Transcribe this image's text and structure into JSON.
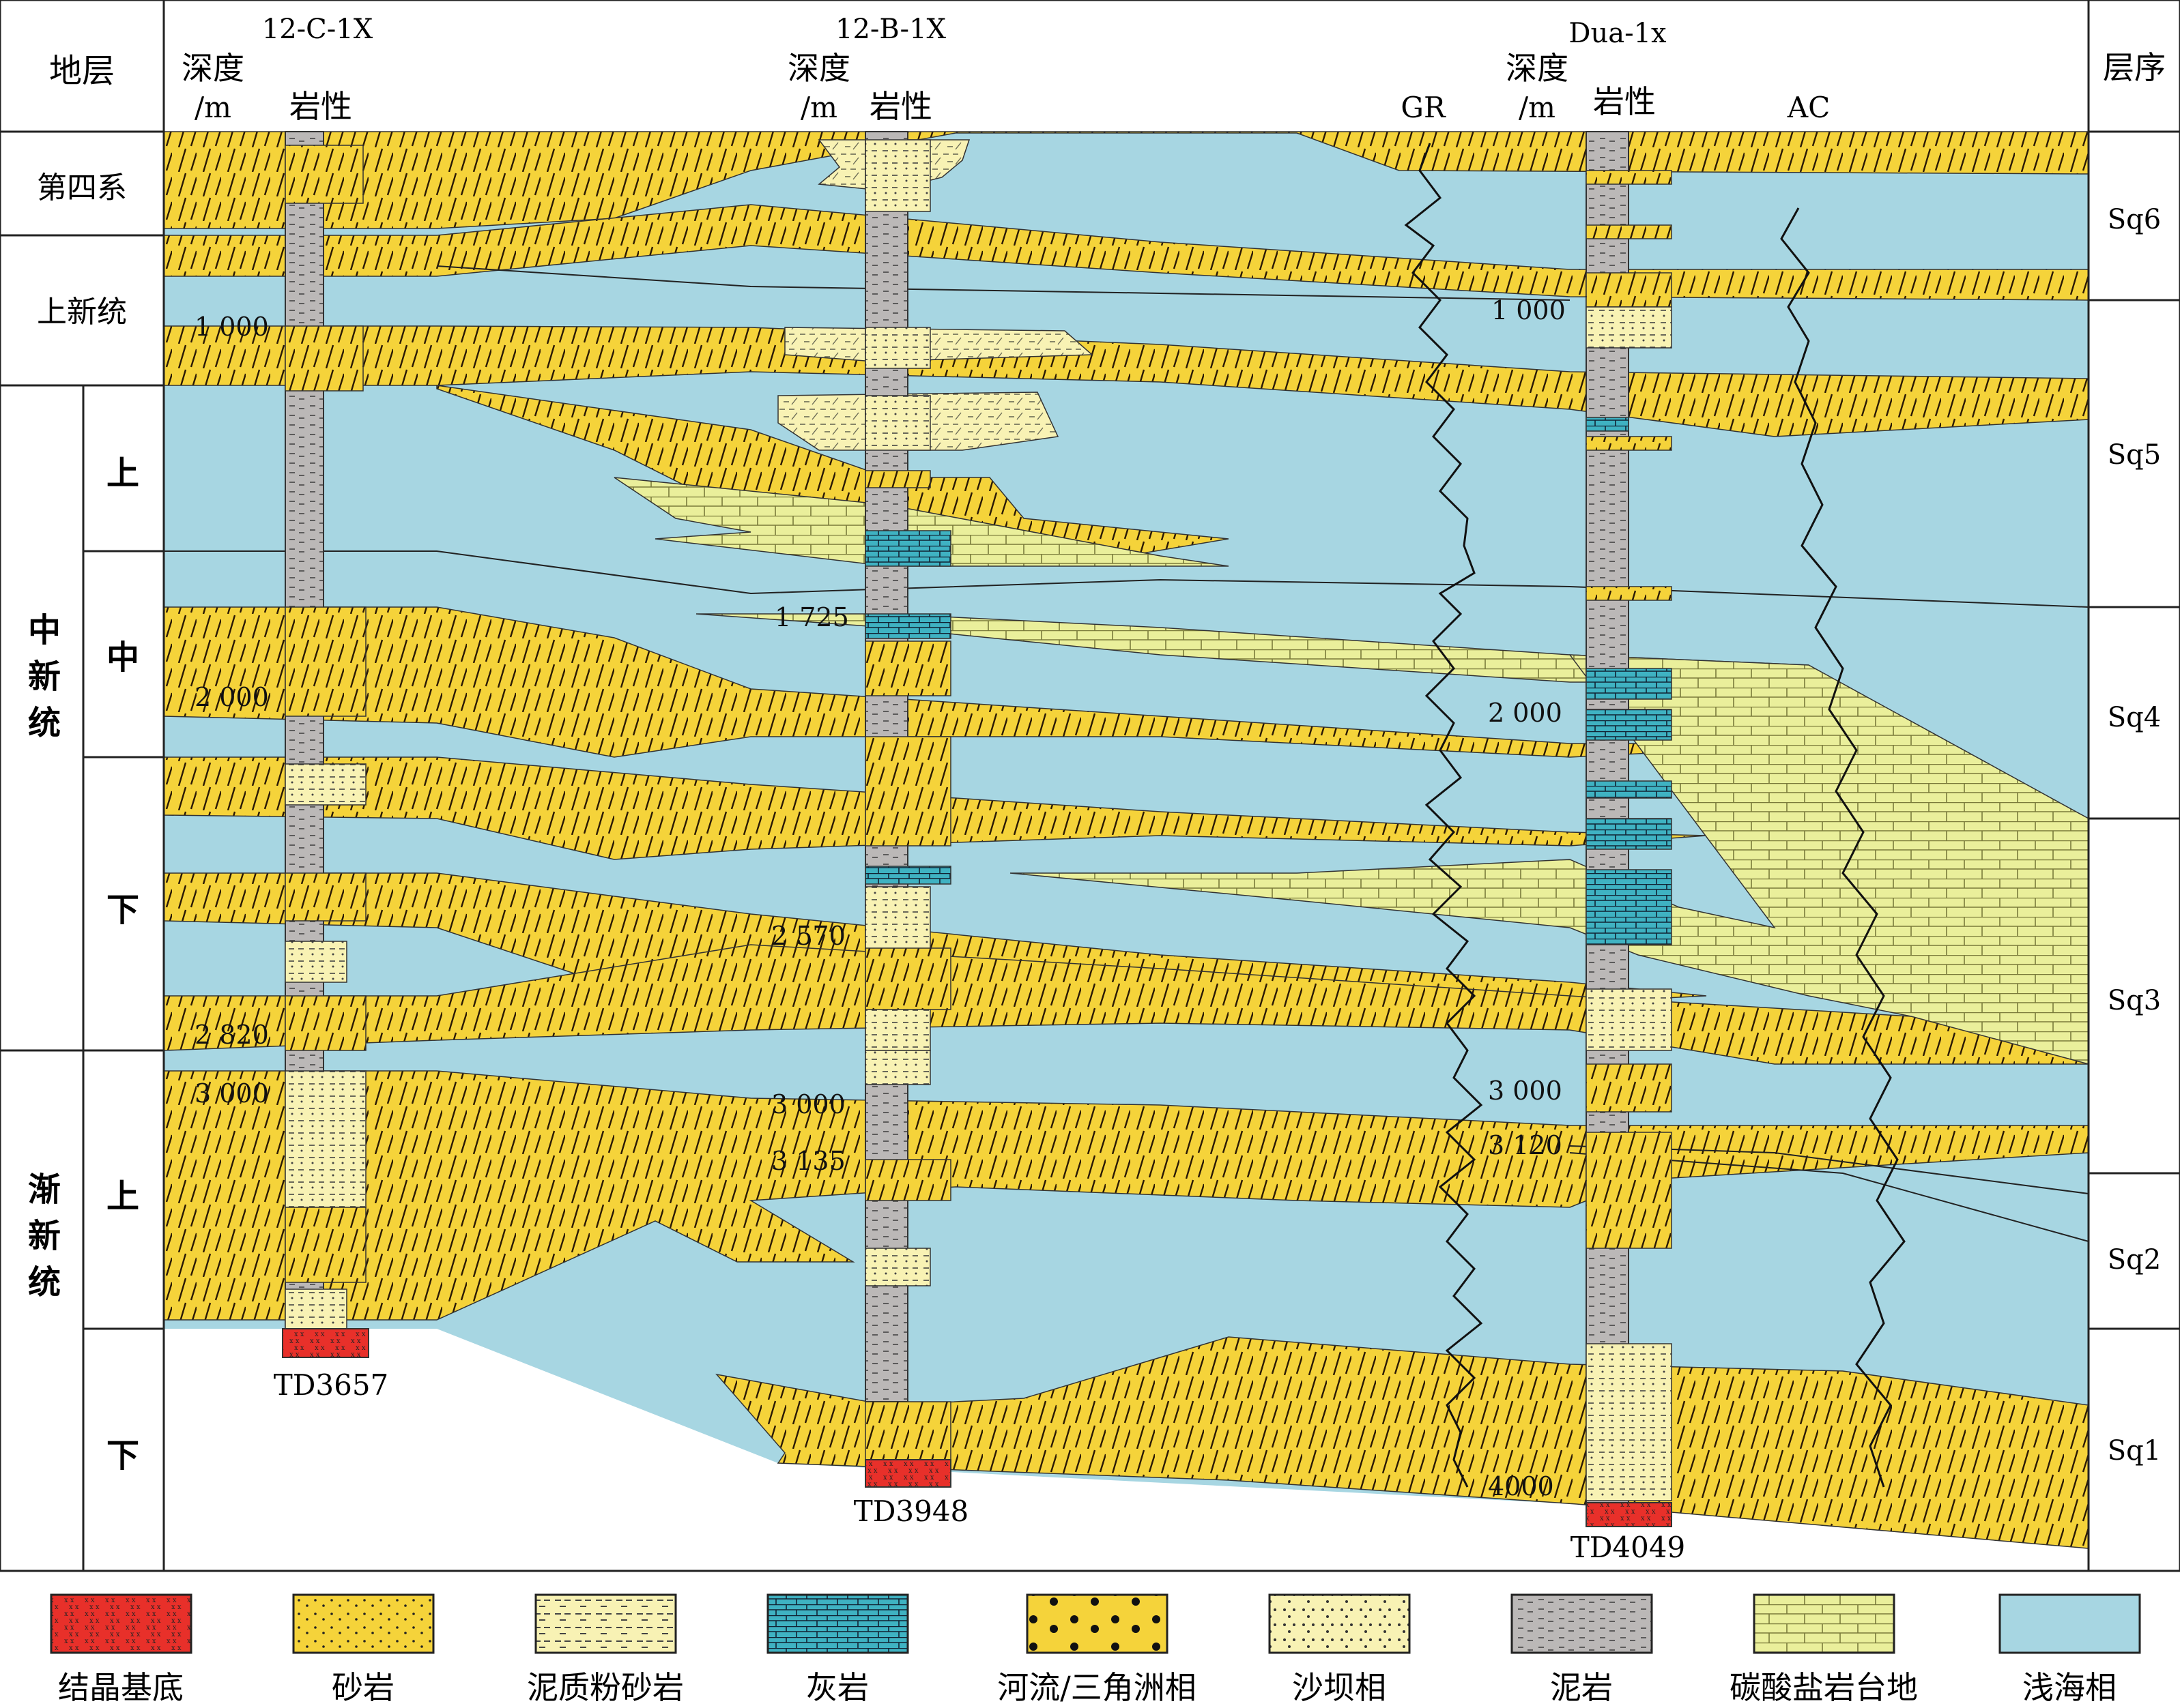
{
  "header": {
    "strata_label": "地层",
    "sequence_label": "层序",
    "depth_label_line1": "深度",
    "depth_label_line2": "/m",
    "lithology_label": "岩性",
    "gr_label": "GR",
    "ac_label": "AC"
  },
  "wells": [
    {
      "name": "12-C-1X",
      "td": "TD3657"
    },
    {
      "name": "12-B-1X",
      "td": "TD3948"
    },
    {
      "name": "Dua-1x",
      "td": "TD4049"
    }
  ],
  "strata": {
    "quaternary": "第四系",
    "pliocene": "上新统",
    "miocene": "中新统",
    "oligocene": "渐新统",
    "upper": "上",
    "middle": "中",
    "lower": "下"
  },
  "sequences": [
    "Sq6",
    "Sq5",
    "Sq4",
    "Sq3",
    "Sq2",
    "Sq1"
  ],
  "depth_marks": {
    "c_1000": "1 000",
    "c_2000": "2 000",
    "c_2820": "2 820",
    "c_3000": "3 000",
    "b_1725": "1 725",
    "b_2570": "2 570",
    "b_3000": "3 000",
    "b_3135": "3 135",
    "d_1000": "1 000",
    "d_2000": "2 000",
    "d_3000": "3 000",
    "d_3120": "3 120",
    "d_4000": "4000"
  },
  "legend": [
    {
      "key": "basement",
      "label": "结晶基底"
    },
    {
      "key": "sandstone",
      "label": "砂岩"
    },
    {
      "key": "muddy_siltstone",
      "label": "泥质粉砂岩"
    },
    {
      "key": "limestone",
      "label": "灰岩"
    },
    {
      "key": "fluvial_delta",
      "label": "河流/三角洲相"
    },
    {
      "key": "sand_bar",
      "label": "沙坝相"
    },
    {
      "key": "mudstone",
      "label": "泥岩"
    },
    {
      "key": "carbonate_platform",
      "label": "碳酸盐岩台地"
    },
    {
      "key": "shallow_marine",
      "label": "浅海相"
    }
  ],
  "colors": {
    "shallow_marine": "#a7d6e2",
    "fluvial_delta": "#f5d33a",
    "sand_bar": "#f8f2b4",
    "carbonate": "#eaef9b",
    "limestone": "#3fb2c2",
    "mudstone": "#bbb8b7",
    "basement": "#e8302a"
  }
}
